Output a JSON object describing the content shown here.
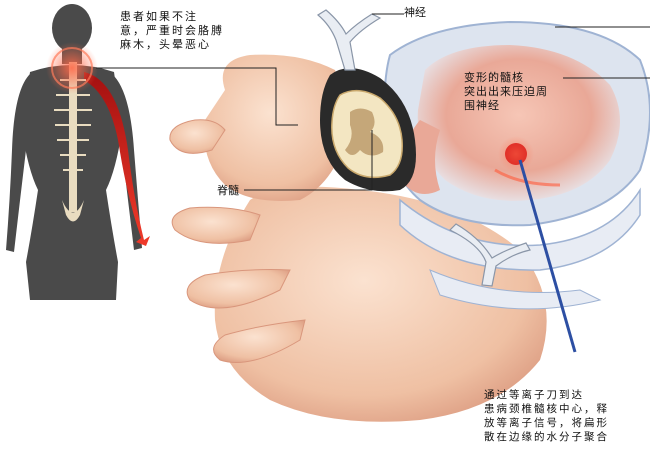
{
  "labels": {
    "patient": "患者如果不注\n意，严重时会胳膊\n麻木，头晕恶心",
    "nerve": "神经",
    "nucleus": "变形的髓核\n突出出来压迫周\n围神经",
    "cord": "脊髓",
    "treatment": "通过等离子刀到达\n患病颈椎髓核中心，释\n放等离子信号，将扁形\n散在边缘的水分子聚合"
  },
  "colors": {
    "silhouette": "#4a4a4a",
    "bone": "#f2c9ae",
    "bone_shadow": "#d99f86",
    "disc": "#dde4ef",
    "disc_edge": "#9fb3d3",
    "nucleus": "#f0b7a4",
    "red_highlight": "#d8201f",
    "probe": "#2d4fa3",
    "leader": "#222222"
  }
}
